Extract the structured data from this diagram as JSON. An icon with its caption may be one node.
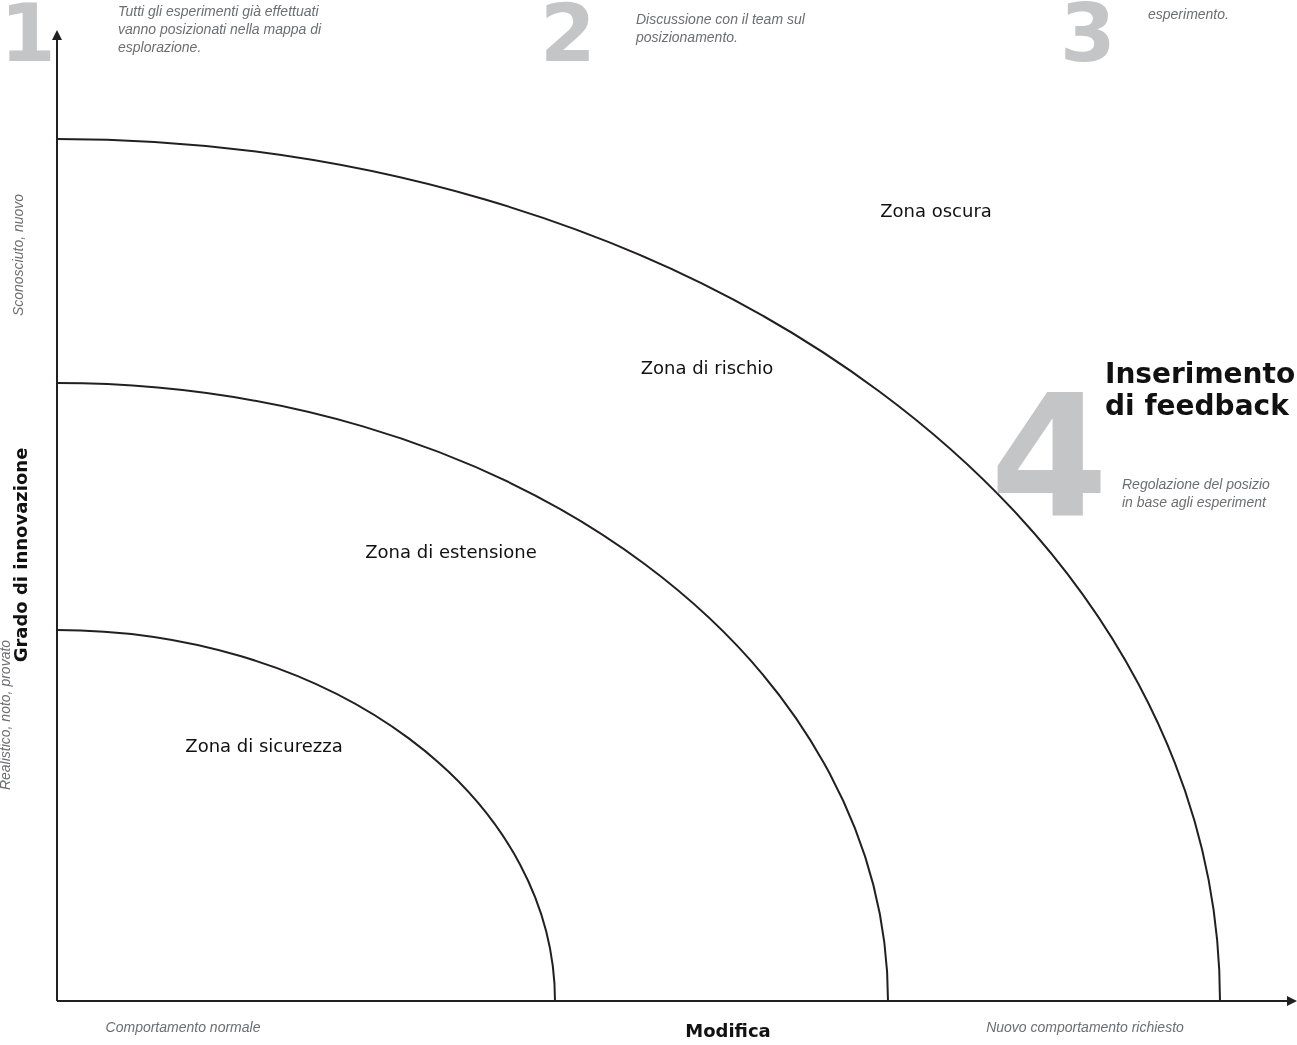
{
  "diagram": {
    "labels": [
      "1",
      "Tutti gli esperimenti già effettuati vanno posizionati nella mappa di esplorazione.",
      "2",
      "Discussione con il team sul posizionamento.",
      "3",
      "esperimento.",
      "Zona oscura",
      "Zona di rischio",
      "4",
      "Inserimento di feedback",
      "Regolazione del posizio in base agli esperiment",
      "Zona di estensione",
      "Zona di sicurezza",
      "Sconosciuto, nuovo",
      "Grado di innovazione",
      "Realistico, noto, provato",
      "Comportamento normale",
      "Modifica",
      "Nuovo comportamento richiesto"
    ]
  }
}
